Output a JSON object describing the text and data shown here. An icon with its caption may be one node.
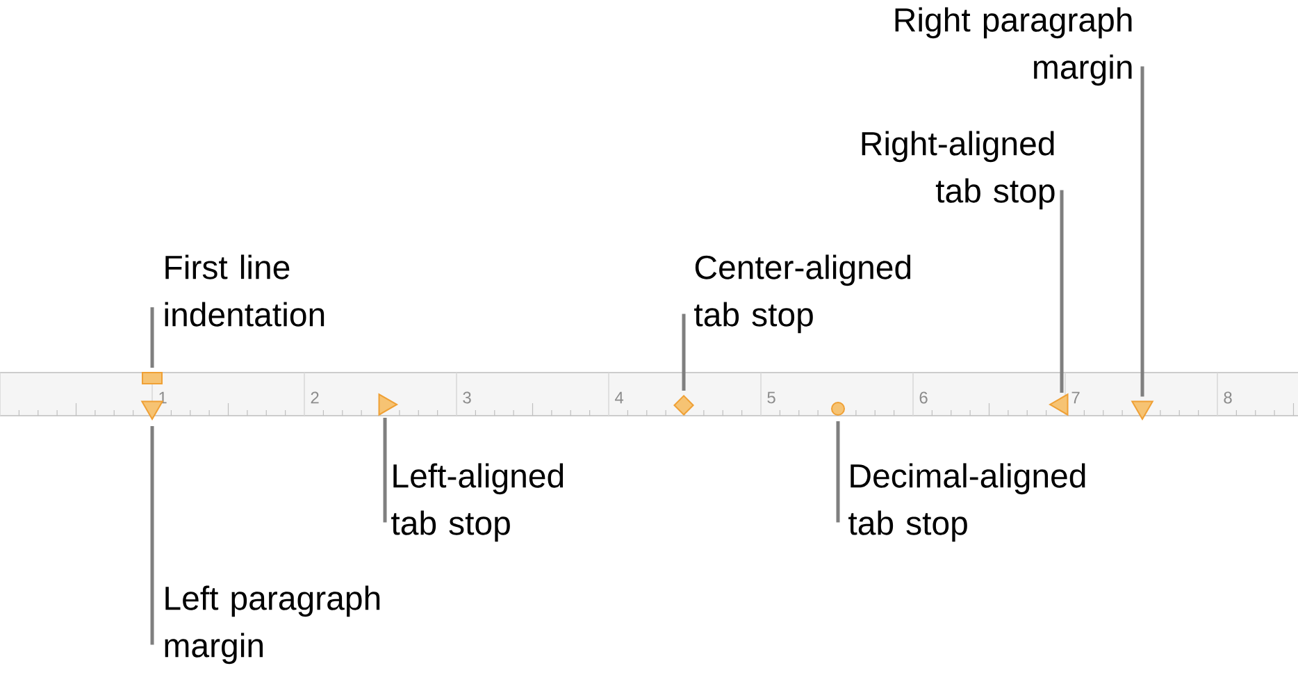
{
  "diagram": {
    "nodes": [
      {
        "text": [
          "Right paragraph margin"
        ]
      },
      {
        "text": [
          "Right-aligned tab stop"
        ]
      },
      {
        "text": [
          "First line indentation"
        ]
      },
      {
        "text": [
          "Center-aligned tab stop"
        ]
      },
      {
        "text": [
          "Left-aligned tab stop"
        ]
      },
      {
        "text": [
          "Decimal-aligned tab stop"
        ]
      },
      {
        "text": [
          "Left paragraph margin"
        ]
      },
      {
        "text": [],
        "shape": "box"
      },
      {
        "text": [],
        "shape": "triangle"
      },
      {
        "text": [],
        "shape": "triangle"
      },
      {
        "text": [],
        "shape": "diamond"
      },
      {
        "text": [],
        "shape": "circle"
      },
      {
        "text": [],
        "shape": "triangle"
      },
      {
        "text": [],
        "shape": "triangle"
      }
    ],
    "edges": [
      {
        "from": 2,
        "to": 7,
        "arrow": "none"
      },
      {
        "from": 6,
        "to": 8,
        "arrow": "none"
      },
      {
        "from": 4,
        "to": 9,
        "arrow": "none"
      },
      {
        "from": 3,
        "to": 10,
        "arrow": "none"
      },
      {
        "from": 5,
        "to": 11,
        "arrow": "none"
      },
      {
        "from": 1,
        "to": 12,
        "arrow": "none"
      },
      {
        "from": 0,
        "to": 13,
        "arrow": "none"
      }
    ],
    "labels": [
      "1",
      "2",
      "3",
      "4",
      "5",
      "6",
      "7",
      "8"
    ]
  }
}
